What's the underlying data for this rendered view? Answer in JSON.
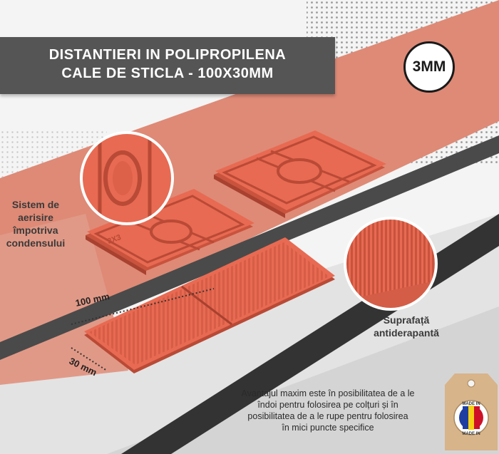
{
  "title": {
    "line1": "DISTANTIERI IN POLIPROPILENA",
    "line2": "CALE  DE  STICLA  -  100X30MM"
  },
  "badge": "3MM",
  "labels": {
    "ventilation": [
      "Sistem de",
      "aerisire",
      "împotriva",
      "condensului"
    ],
    "surface": [
      "Suprafață",
      "antiderapantă"
    ]
  },
  "dimensions": {
    "length": "100 mm",
    "width": "30 mm"
  },
  "description": [
    "Avantajul  maxim este în posibilitatea de a le",
    "îndoi pentru folosirea pe colțuri și în",
    "posibilitatea de a le rupe pentru folosirea",
    "în mici puncte specifice"
  ],
  "product_stamp": "3X3",
  "origin_tag": {
    "top": "MADE IN",
    "bottom": "MADE IN",
    "icon": "romania-flag-icon"
  },
  "colors": {
    "spacer": "#e86a52",
    "salmon_band": "#de8a76",
    "dark_band": "#333333",
    "banner": "#555555",
    "background": "#f4f4f4"
  }
}
